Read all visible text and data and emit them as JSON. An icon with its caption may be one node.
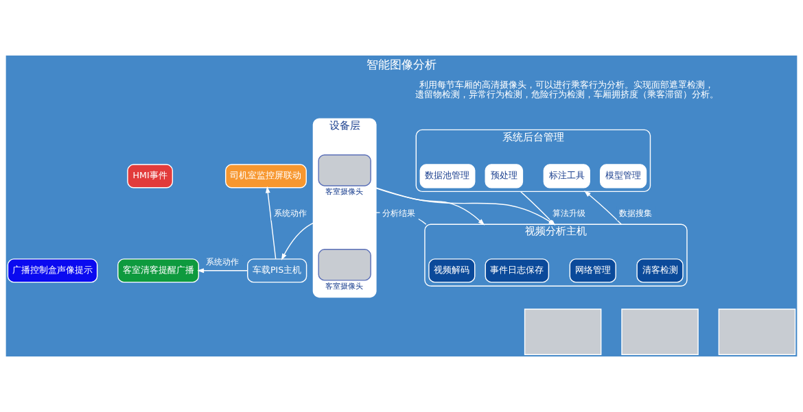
{
  "diagram": {
    "title": "智能图像分析",
    "nodes": [
      {
        "text": [
          "设备层"
        ]
      },
      {
        "text": [],
        "shape": "box",
        "in": 0,
        "beside": [
          "客室摄像头"
        ]
      },
      {
        "text": [],
        "shape": "box",
        "in": 0,
        "beside": [
          "客室摄像头"
        ]
      },
      {
        "text": [
          "系统后台管理"
        ]
      },
      {
        "text": [
          "数据池管理"
        ],
        "in": 3
      },
      {
        "text": [
          "标注工具"
        ],
        "in": 3
      },
      {
        "text": [
          "预处理"
        ],
        "in": 3
      },
      {
        "text": [
          "模型管理"
        ],
        "in": 3
      },
      {
        "text": [
          "视频分析主机"
        ]
      },
      {
        "text": [
          "视频解码"
        ],
        "in": 8
      },
      {
        "text": [
          "清客检测"
        ],
        "in": 8
      },
      {
        "text": [
          "网络管理"
        ],
        "in": 8
      },
      {
        "text": [
          "事件日志保存"
        ],
        "in": 8
      },
      {
        "text": [
          "车载PIS主机"
        ]
      },
      {
        "text": [
          "HMI事件"
        ]
      },
      {
        "text": [
          "司机室监控屏联动"
        ]
      },
      {
        "text": [
          "广播控制盒声像提示"
        ]
      },
      {
        "text": [
          "客室清客提醒广播"
        ]
      },
      {
        "text": [],
        "shape": "box"
      },
      {
        "text": [],
        "shape": "box"
      },
      {
        "text": [],
        "shape": "box"
      }
    ],
    "edges": [
      {
        "from": 0,
        "to": 8,
        "arrow": "to"
      },
      {
        "from": 0,
        "to": 8,
        "arrow": "to"
      },
      {
        "from": 8,
        "to": 3,
        "label": "数据搜集",
        "arrow": "to"
      },
      {
        "from": 3,
        "to": 8,
        "label": "算法升级",
        "arrow": "to"
      },
      {
        "from": 8,
        "to": 13,
        "label": "分析结果",
        "arrow": "to"
      },
      {
        "from": 13,
        "to": 15,
        "label": "系统动作",
        "arrow": "to"
      },
      {
        "from": 13,
        "to": 17,
        "label": "系统动作",
        "arrow": "to"
      }
    ],
    "labels": [
      "利用每节车厢的高清摄像头，可以进行乘客行为分析。实现面部遮罩检测，遗留物检测，异常行为检测，危险行为检测，车厢拥挤度（乘客滞留）分析。"
    ]
  }
}
